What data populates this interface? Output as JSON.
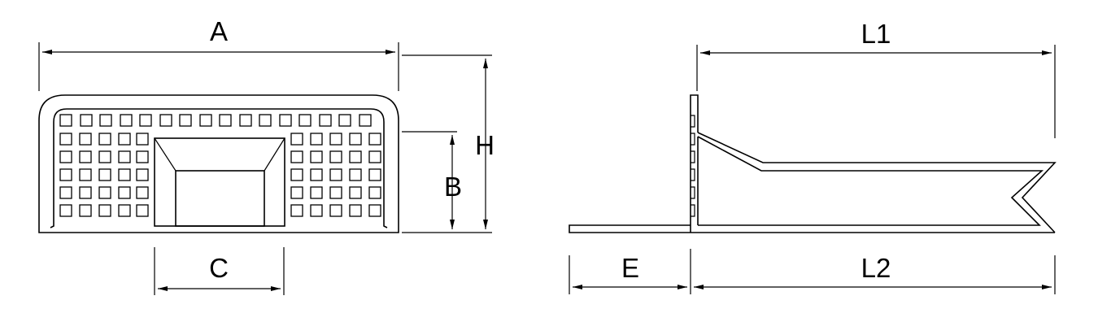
{
  "labels": {
    "a": "A",
    "b": "B",
    "c": "C",
    "h": "H",
    "e": "E",
    "l1": "L1",
    "l2": "L2"
  },
  "colors": {
    "line": "#000000",
    "background": "#ffffff"
  }
}
